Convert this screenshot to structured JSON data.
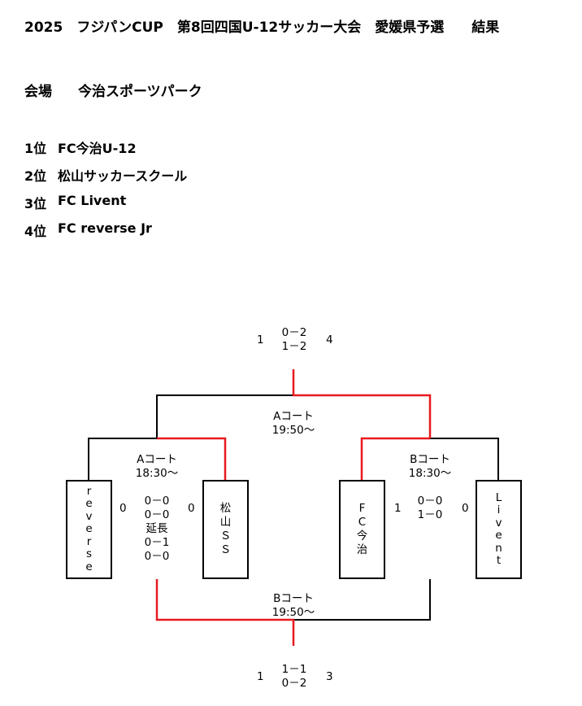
{
  "title": "2025　フジパンCUP　第8回四国U-12サッカー大会　愛媛県予選　　結果",
  "venue": {
    "label": "会場",
    "name": "今治スポーツパーク"
  },
  "rankings": [
    {
      "place": "1位",
      "team": "FC今治U-12"
    },
    {
      "place": "2位",
      "team": "松山サッカースクール"
    },
    {
      "place": "3位",
      "team": "FC Livent"
    },
    {
      "place": "4位",
      "team": "FC reverse Jr"
    }
  ],
  "bracket": {
    "teams": {
      "reverse": [
        "r",
        "e",
        "v",
        "e",
        "r",
        "s",
        "e"
      ],
      "matsuyama": [
        "松",
        "山",
        "Ｓ",
        "Ｓ"
      ],
      "fc_imabari": [
        "F",
        "C",
        "今",
        "治"
      ],
      "livent": [
        "L",
        "i",
        "v",
        "e",
        "n",
        "t"
      ]
    },
    "semi1": {
      "court": "Aコート",
      "time": "18:30～",
      "left_score": "0",
      "right_score": "0",
      "halves": [
        "0－0",
        "0－0"
      ],
      "extra_label": "延長",
      "extra": [
        "0－1",
        "0－0"
      ]
    },
    "semi2": {
      "court": "Bコート",
      "time": "18:30～",
      "left_score": "1",
      "right_score": "0",
      "halves": [
        "0－0",
        "1－0"
      ]
    },
    "final": {
      "court": "Aコート",
      "time": "19:50～",
      "left_score": "1",
      "right_score": "4",
      "halves": [
        "0－2",
        "1－2"
      ]
    },
    "third_place": {
      "court": "Bコート",
      "time": "19:50～",
      "left_score": "1",
      "right_score": "3",
      "halves": [
        "1－1",
        "0－2"
      ]
    }
  },
  "colors": {
    "winner_line": "#e8191e",
    "line": "#000000"
  }
}
